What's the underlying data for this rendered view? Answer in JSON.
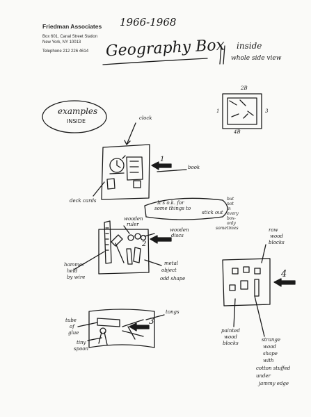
{
  "letterhead": {
    "company": "Friedman Associates",
    "address_line1": "Box 601, Canal Street Station",
    "address_line2": "New York, NY 10013",
    "telephone": "Telephone 212 226 4614"
  },
  "header": {
    "years": "1966-1968",
    "title": "Geography Box",
    "inside_label": "inside",
    "side_view_label": "whole side view"
  },
  "diagram": {
    "side_view": {
      "top": "2B",
      "left": "1",
      "right": "3",
      "bottom": "4B"
    },
    "examples_bubble": {
      "line1": "examples",
      "line2": "INSIDE"
    },
    "box1": {
      "number": "1",
      "clock": "clock",
      "book": "book",
      "deck": "deck cards"
    },
    "box2": {
      "number": "2",
      "note_line1": "It's o.k. for",
      "note_line2": "some things to",
      "note_line3": "stick out",
      "aside_line1": "but",
      "aside_line2": "not",
      "aside_line3": "in",
      "aside_line4": "every",
      "aside_line5": "box-",
      "aside_line6": "only",
      "aside_line7": "sometimes",
      "ruler_line1": "wooden",
      "ruler_line2": "ruler",
      "discs_line1": "wooden",
      "discs_line2": "discs",
      "hammer_line1": "hammer",
      "hammer_line2": "held",
      "hammer_line3": "by wire",
      "metal_line1": "metal",
      "metal_line2": "object",
      "metal_line3": "odd shape"
    },
    "box3": {
      "number": "3",
      "tube_line1": "tube",
      "tube_line2": "of",
      "tube_line3": "glue",
      "tongs": "tongs",
      "spoon_line1": "tiny",
      "spoon_line2": "spoon"
    },
    "box4": {
      "number": "4",
      "raw_line1": "raw",
      "raw_line2": "wood",
      "raw_line3": "blocks",
      "painted_line1": "painted",
      "painted_line2": "wood",
      "painted_line3": "blocks",
      "strange_line1": "strange",
      "strange_line2": "wood",
      "strange_line3": "shape",
      "strange_line4": "with",
      "strange_line5": "cotton stuffed",
      "strange_line6": "under",
      "strange_line7": "jammy edge"
    }
  }
}
